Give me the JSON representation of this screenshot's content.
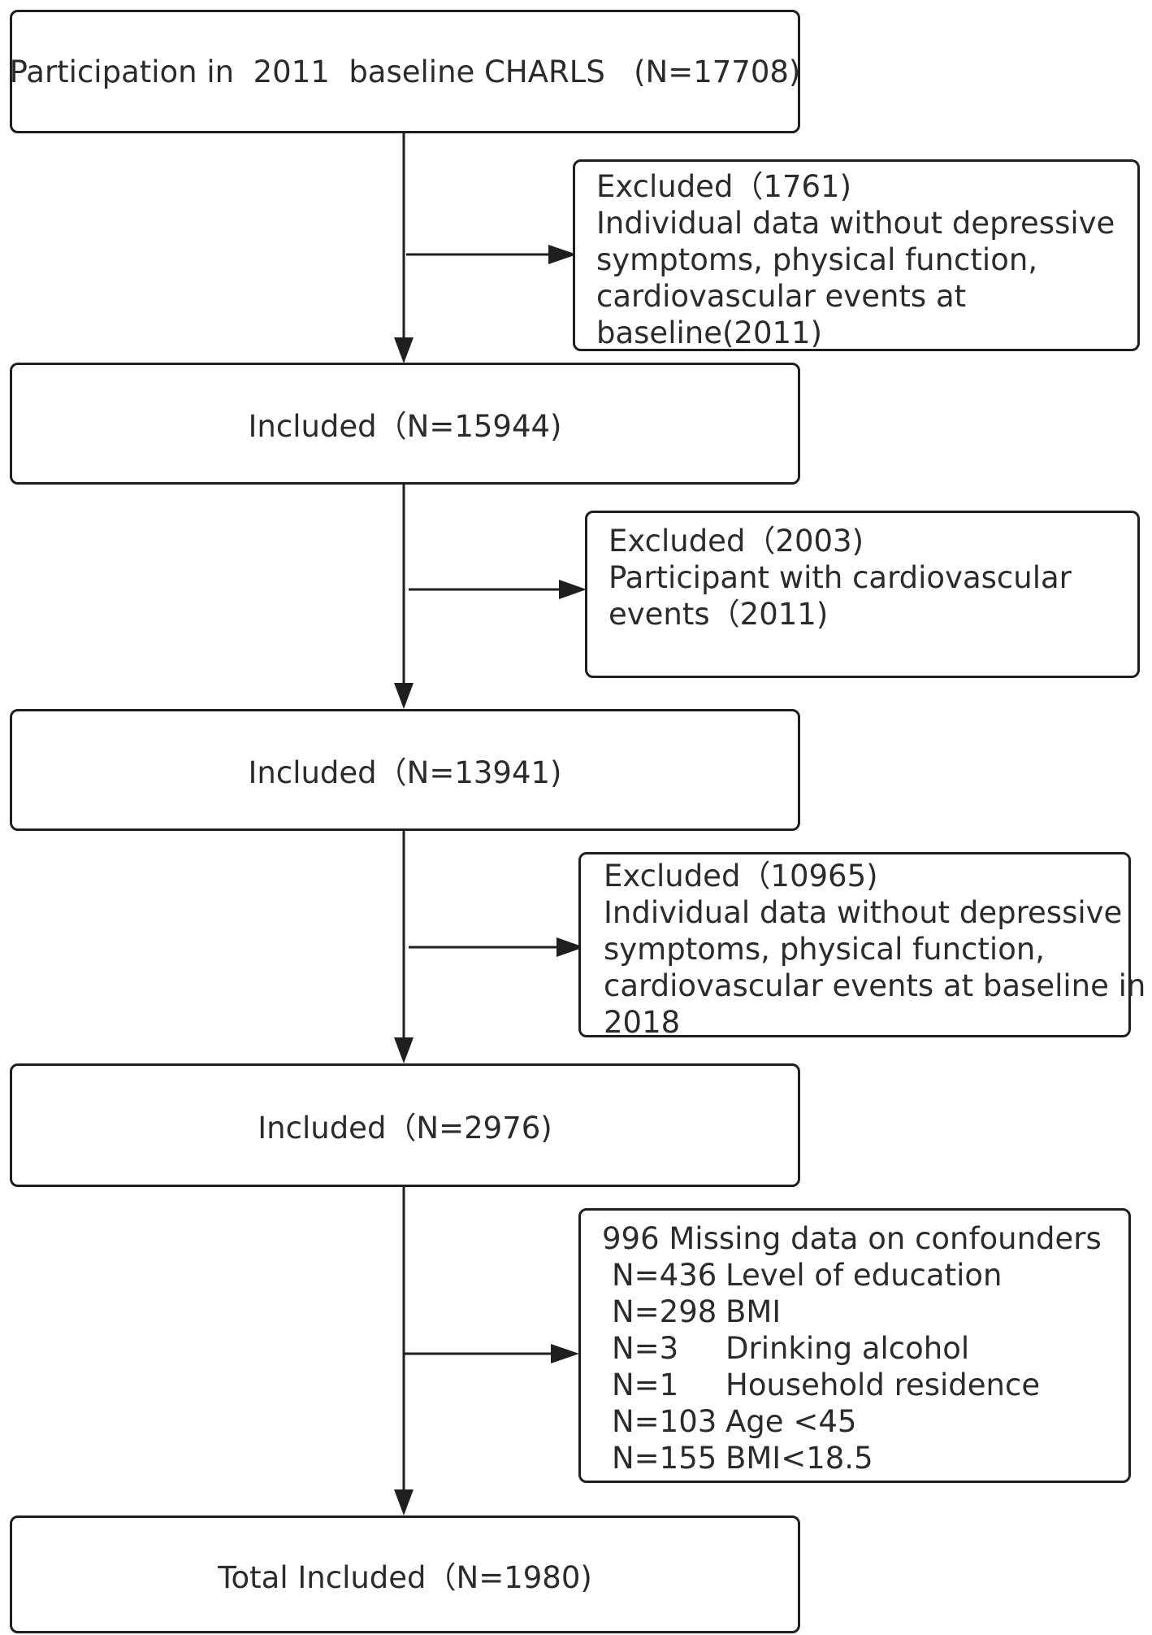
{
  "steps": [
    {
      "text": "Participation in  2011  baseline CHARLS   (N=17708)"
    },
    {
      "text": "Included（N=15944)"
    },
    {
      "text": "Included（N=13941)"
    },
    {
      "text": "Included（N=2976)"
    },
    {
      "text": "Total Included（N=1980)"
    }
  ],
  "exclusions": [
    {
      "lines": [
        "Excluded（1761)",
        "Individual data without depressive",
        "symptoms, physical function,",
        "cardiovascular events at",
        "baseline(2011)"
      ]
    },
    {
      "lines": [
        "Excluded（2003)",
        "Participant with  cardiovascular",
        "events（2011)"
      ]
    },
    {
      "lines": [
        "Excluded（10965)",
        "Individual data without depressive",
        "symptoms, physical function,",
        "cardiovascular events at baseline in",
        "2018"
      ]
    },
    {
      "title": "996  Missing data on confounders",
      "items": [
        {
          "n": "N=436",
          "label": "Level of education"
        },
        {
          "n": "N=298",
          "label": "BMI"
        },
        {
          "n": "N=3",
          "label": "Drinking alcohol"
        },
        {
          "n": "N=1",
          "label": "Household residence"
        },
        {
          "n": "N=103",
          "label": "Age <45"
        },
        {
          "n": "N=155",
          "label": "BMI<18.5"
        }
      ]
    }
  ]
}
